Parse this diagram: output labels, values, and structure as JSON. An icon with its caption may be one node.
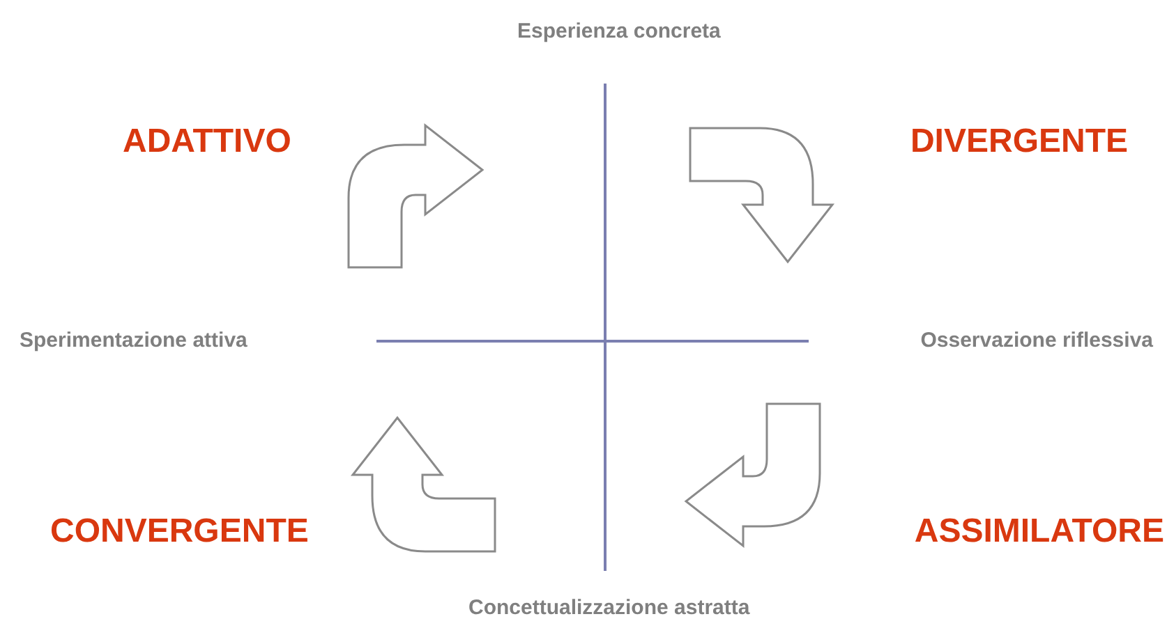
{
  "diagram": {
    "labels": [
      "Esperienza concreta",
      "ADATTIVO",
      "DIVERGENTE",
      "Sperimentazione attiva",
      "Osservazione riflessiva",
      "CONVERGENTE",
      "ASSIMILATORE",
      "Concettualizzazione astratta"
    ]
  }
}
